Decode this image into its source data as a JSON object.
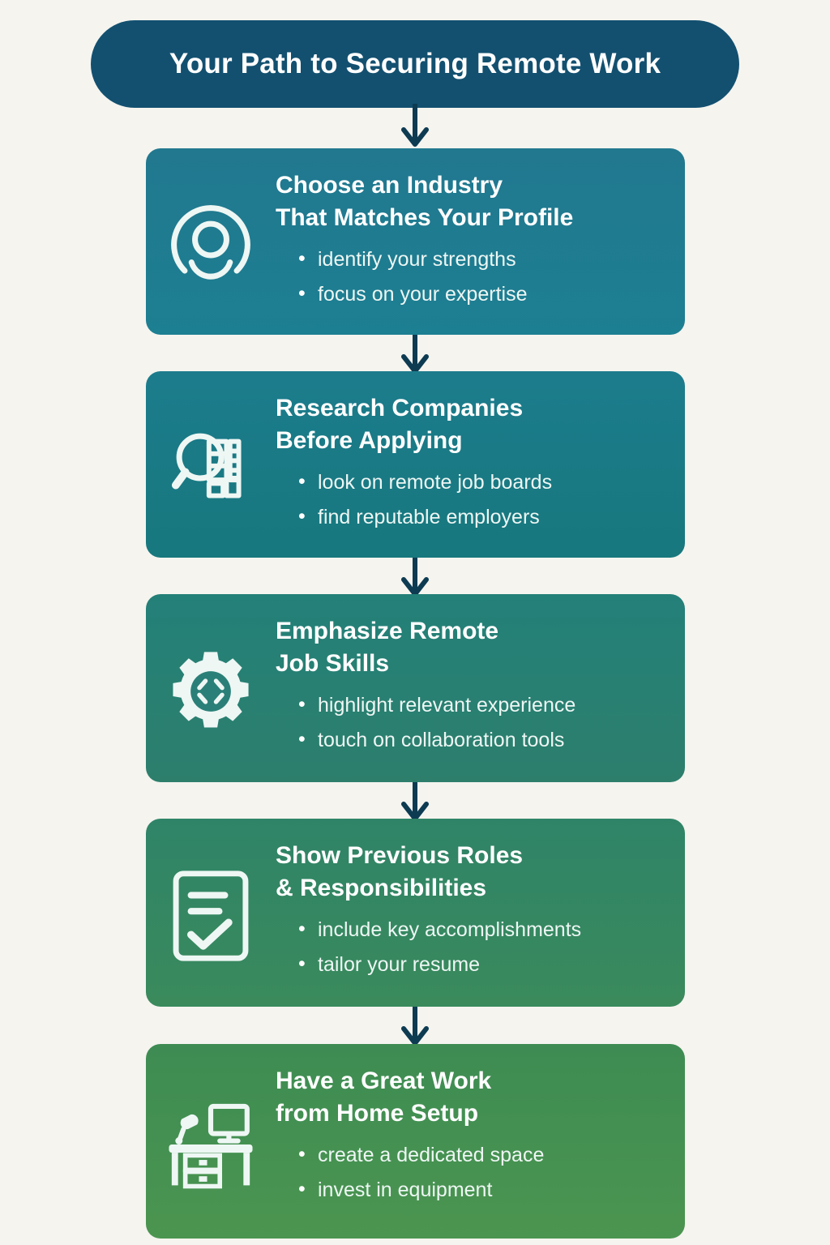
{
  "theme": {
    "background": "#f5f4ef",
    "header_bg": "#135070",
    "arrow_color": "#0d3b52",
    "text_color": "#ffffff"
  },
  "header": {
    "title": "Your Path to Securing Remote Work"
  },
  "steps": [
    {
      "icon": "user-profile-icon",
      "heading": "Choose an Industry\nThat Matches Your Profile",
      "heading_line1": "Choose an Industry",
      "heading_line2": "That Matches Your Profile",
      "bullets": [
        "identify your strengths",
        "focus on your expertise"
      ],
      "color_top": "#21788f",
      "color_bottom": "#1d7f92"
    },
    {
      "icon": "magnifier-building-icon",
      "heading": "Research Companies\nBefore Applying",
      "heading_line1": "Research Companies",
      "heading_line2": "Before Applying",
      "bullets": [
        "look on remote job boards",
        "find reputable employers"
      ],
      "color_top": "#1c7c8c",
      "color_bottom": "#17787e"
    },
    {
      "icon": "gear-code-icon",
      "heading": "Emphasize Remote\nJob Skills",
      "heading_line1": "Emphasize Remote",
      "heading_line2": "Job Skills",
      "bullets": [
        "highlight relevant experience",
        "touch on collaboration tools"
      ],
      "color_top": "#238079",
      "color_bottom": "#2d7f6c"
    },
    {
      "icon": "clipboard-check-icon",
      "heading": "Show Previous Roles\n& Responsibilities",
      "heading_line1": "Show Previous Roles",
      "heading_line2": "& Responsibilities",
      "bullets": [
        "include key accomplishments",
        "tailor your resume"
      ],
      "color_top": "#2f8468",
      "color_bottom": "#3a8a5c"
    },
    {
      "icon": "desk-monitor-icon",
      "heading": "Have a Great Work\nfrom Home Setup",
      "heading_line1": "Have a Great Work",
      "heading_line2": "from Home Setup",
      "bullets": [
        "create a dedicated space",
        "invest in equipment"
      ],
      "color_top": "#3e8c53",
      "color_bottom": "#4b9550"
    }
  ],
  "connectors": [
    {
      "name": "arrow-header-to-step-1"
    },
    {
      "name": "arrow-step-1-to-step-2"
    },
    {
      "name": "arrow-step-2-to-step-3"
    },
    {
      "name": "arrow-step-3-to-step-4"
    },
    {
      "name": "arrow-step-4-to-step-5"
    }
  ]
}
